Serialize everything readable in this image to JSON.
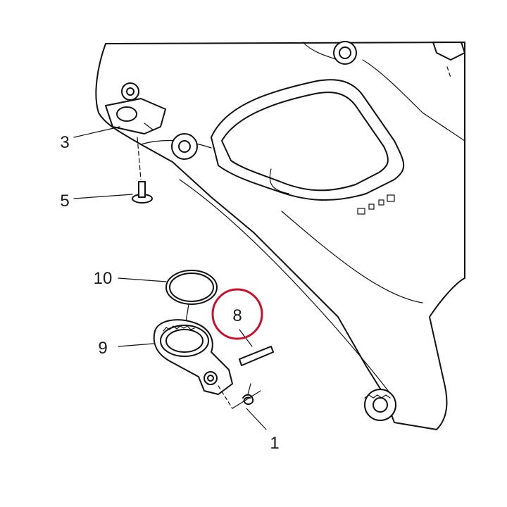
{
  "callouts": [
    {
      "id": "1",
      "text": "1"
    },
    {
      "id": "3",
      "text": "3"
    },
    {
      "id": "5",
      "text": "5"
    },
    {
      "id": "8",
      "text": "8"
    },
    {
      "id": "9",
      "text": "9"
    },
    {
      "id": "10",
      "text": "10"
    }
  ],
  "highlight_color": "#c8102e",
  "line_color": "#111111"
}
